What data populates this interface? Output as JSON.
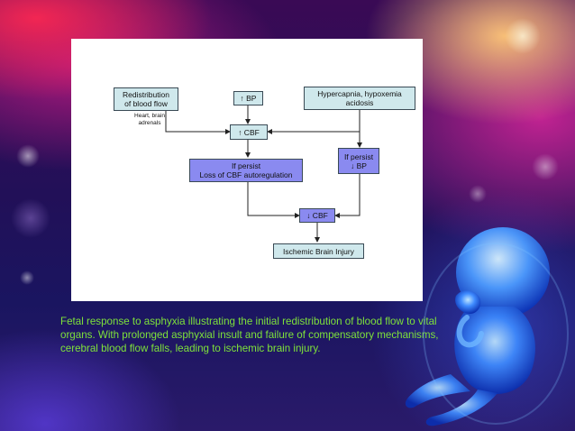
{
  "diagram": {
    "redistribution_line1": "Redistribution",
    "redistribution_line2": "of blood flow",
    "redistribution_note_line1": "Heart, brain",
    "redistribution_note_line2": "adrenals",
    "up_bp": "↑ BP",
    "hypercapnia_line1": "Hypercapnia, hypoxemia",
    "hypercapnia_line2": "acidosis",
    "up_cbf": "↑ CBF",
    "if_persist_left_line1": "If persist",
    "if_persist_left_line2": "Loss of CBF autoregulation",
    "if_persist_right_line1": "If persist",
    "if_persist_right_line2": "↓ BP",
    "down_cbf": "↓ CBF",
    "ischemic": "Ischemic Brain Injury"
  },
  "caption": "Fetal response to asphyxia illustrating the initial redistribution of blood flow to vital organs. With prolonged asphyxial insult and failure of compensatory mechanisms, cerebral blood flow falls, leading to ischemic brain injury.",
  "colors": {
    "caption_text": "#7ee23a",
    "teal_box": "#cfe8ec",
    "blue_box": "#8a8af0"
  }
}
